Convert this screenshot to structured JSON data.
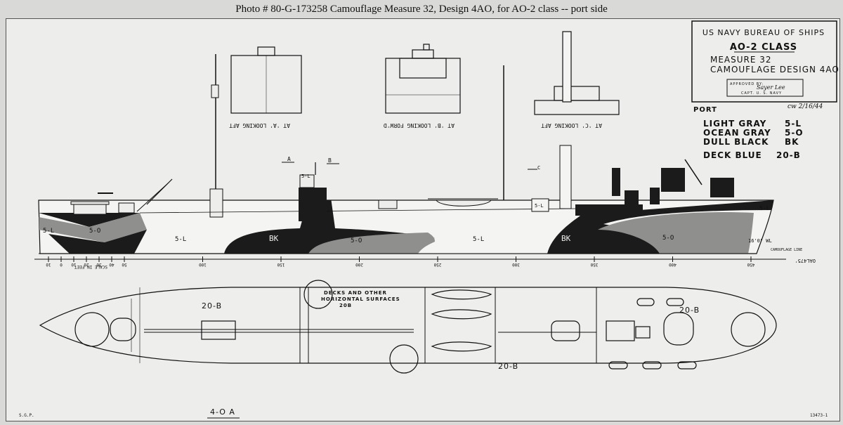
{
  "caption": "Photo #  80-G-173258     Camouflage Measure 32, Design 4AO, for AO-2 class -- port side",
  "title_block": {
    "line1": "US NAVY BUREAU OF SHIPS",
    "line2": "AO-2 CLASS",
    "line3": "MEASURE 32",
    "line4": "CAMOUFLAGE DESIGN 4AO",
    "approved_label": "APPROVED BY:",
    "approved_signature": "Sayer Lee",
    "approved_title": "CAPT. U. S. NAVY",
    "initials_date": "cw  2/16/44"
  },
  "legend": {
    "side": "PORT",
    "items": [
      {
        "name": "LIGHT GRAY",
        "code": "5-L"
      },
      {
        "name": "OCEAN GRAY",
        "code": "5-O"
      },
      {
        "name": "DULL BLACK",
        "code": "BK"
      }
    ],
    "deck": {
      "name": "DECK BLUE",
      "code": "20-B"
    }
  },
  "sections": {
    "a": "AT 'A' LOOKING AFT",
    "b": "AT 'B' LOOKING FORW'D",
    "c": "AT 'C' LOOKING AFT"
  },
  "marks": {
    "a": "A",
    "b": "B",
    "c": "C"
  },
  "profile_labels": {
    "stern_5l": "5-L",
    "stern_5o": "5-O",
    "aft_5l": "5-L",
    "bk1": "BK",
    "mid_5o": "5-O",
    "mid_5l": "5-L",
    "bk2": "BK",
    "fwd_5o": "5-O",
    "bow_5l": "5-L",
    "stack_5l": "5-L",
    "house_5l": "5-L",
    "wl": "16'0\" WL",
    "camo_line": "CAMOUFLAGE LINE"
  },
  "scale": {
    "ticks": [
      "10",
      "0",
      "10",
      "20",
      "30",
      "40",
      "50",
      "100",
      "150",
      "200",
      "250",
      "300",
      "350",
      "400",
      "450"
    ],
    "label": "SCALE IN FEET",
    "end_note": "OAL475'"
  },
  "plan": {
    "label_aft": "20-B",
    "note_line1": "DECKS AND OTHER",
    "note_line2": "HORIZONTAL SURFACES",
    "note_line3": "20B",
    "label_fwd_top": "20-B",
    "label_fwd_bottom": "20-B"
  },
  "footer": {
    "left_initials": "S.G.P.",
    "drawing_code": "4-O A",
    "sheet_number": "13473-1"
  },
  "colors": {
    "paper": "#ededeb",
    "light_gray": "#f4f4f2",
    "ocean_gray": "#8f8f8d",
    "dull_black": "#1b1b1b",
    "ink": "#111111"
  }
}
